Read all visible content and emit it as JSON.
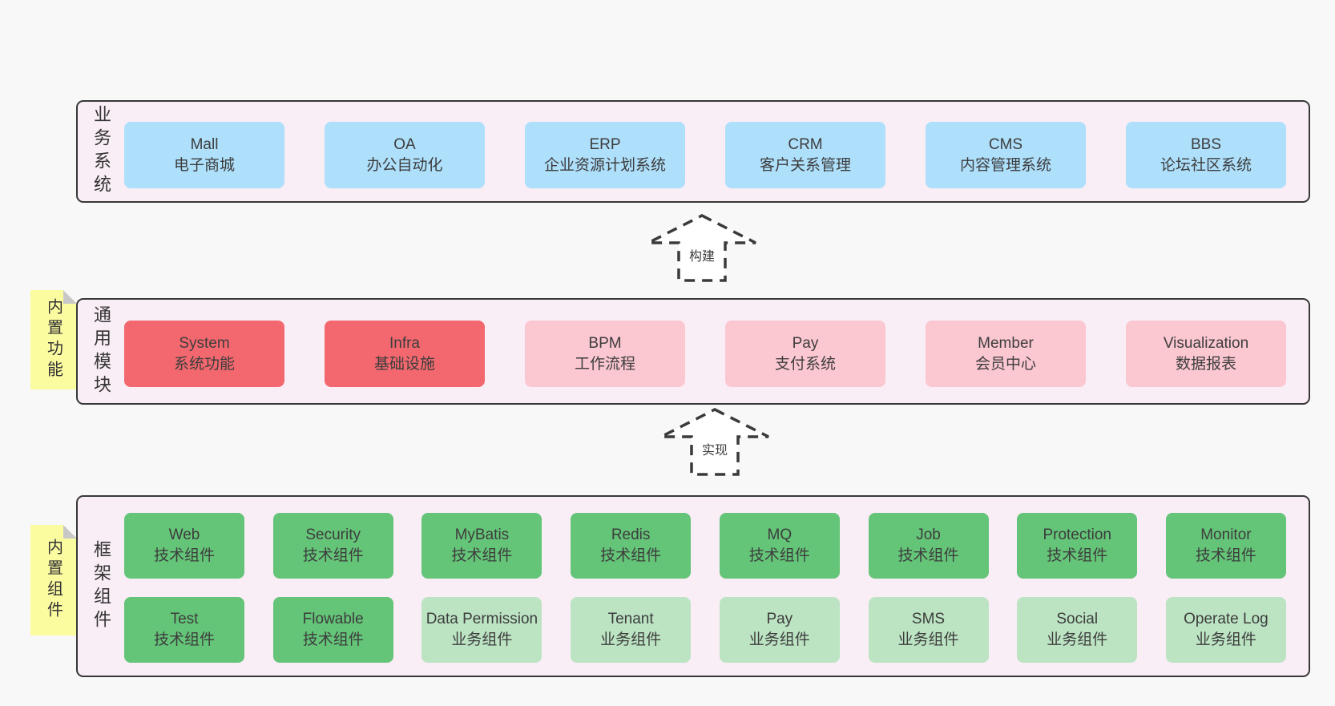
{
  "colors": {
    "page_bg": "#f8f8f8",
    "band_bg": "#f9edf6",
    "band_border": "#383838",
    "card_text": "#3d3d3d",
    "blue": "#aedffb",
    "red": "#f2686e",
    "pink": "#fbc7d1",
    "green": "#64c478",
    "light_green": "#bce4c3",
    "sticky_yellow": "#fbfba0",
    "sticky_fold": "#c8c8c8"
  },
  "bands": [
    {
      "side_label": "业务系统",
      "rows": [
        [
          {
            "name": "Mall",
            "desc": "电子商城",
            "variant": "blue"
          },
          {
            "name": "OA",
            "desc": "办公自动化",
            "variant": "blue"
          },
          {
            "name": "ERP",
            "desc": "企业资源计划系统",
            "variant": "blue"
          },
          {
            "name": "CRM",
            "desc": "客户关系管理",
            "variant": "blue"
          },
          {
            "name": "CMS",
            "desc": "内容管理系统",
            "variant": "blue"
          },
          {
            "name": "BBS",
            "desc": "论坛社区系统",
            "variant": "blue"
          }
        ]
      ]
    },
    {
      "side_label": "通用模块",
      "sticky_label": "内置功能",
      "rows": [
        [
          {
            "name": "System",
            "desc": "系统功能",
            "variant": "red"
          },
          {
            "name": "Infra",
            "desc": "基础设施",
            "variant": "red"
          },
          {
            "name": "BPM",
            "desc": "工作流程",
            "variant": "pink"
          },
          {
            "name": "Pay",
            "desc": "支付系统",
            "variant": "pink"
          },
          {
            "name": "Member",
            "desc": "会员中心",
            "variant": "pink"
          },
          {
            "name": "Visualization",
            "desc": "数据报表",
            "variant": "pink"
          }
        ]
      ]
    },
    {
      "side_label": "框架组件",
      "sticky_label": "内置组件",
      "rows": [
        [
          {
            "name": "Web",
            "desc": "技术组件",
            "variant": "green"
          },
          {
            "name": "Security",
            "desc": "技术组件",
            "variant": "green"
          },
          {
            "name": "MyBatis",
            "desc": "技术组件",
            "variant": "green"
          },
          {
            "name": "Redis",
            "desc": "技术组件",
            "variant": "green"
          },
          {
            "name": "MQ",
            "desc": "技术组件",
            "variant": "green"
          },
          {
            "name": "Job",
            "desc": "技术组件",
            "variant": "green"
          },
          {
            "name": "Protection",
            "desc": "技术组件",
            "variant": "green"
          },
          {
            "name": "Monitor",
            "desc": "技术组件",
            "variant": "green"
          }
        ],
        [
          {
            "name": "Test",
            "desc": "技术组件",
            "variant": "green"
          },
          {
            "name": "Flowable",
            "desc": "技术组件",
            "variant": "green"
          },
          {
            "name": "Data Permission",
            "desc": "业务组件",
            "variant": "light_green"
          },
          {
            "name": "Tenant",
            "desc": "业务组件",
            "variant": "light_green"
          },
          {
            "name": "Pay",
            "desc": "业务组件",
            "variant": "light_green"
          },
          {
            "name": "SMS",
            "desc": "业务组件",
            "variant": "light_green"
          },
          {
            "name": "Social",
            "desc": "业务组件",
            "variant": "light_green"
          },
          {
            "name": "Operate Log",
            "desc": "业务组件",
            "variant": "light_green"
          }
        ]
      ]
    }
  ],
  "arrows": [
    {
      "label": "构建"
    },
    {
      "label": "实现"
    }
  ]
}
